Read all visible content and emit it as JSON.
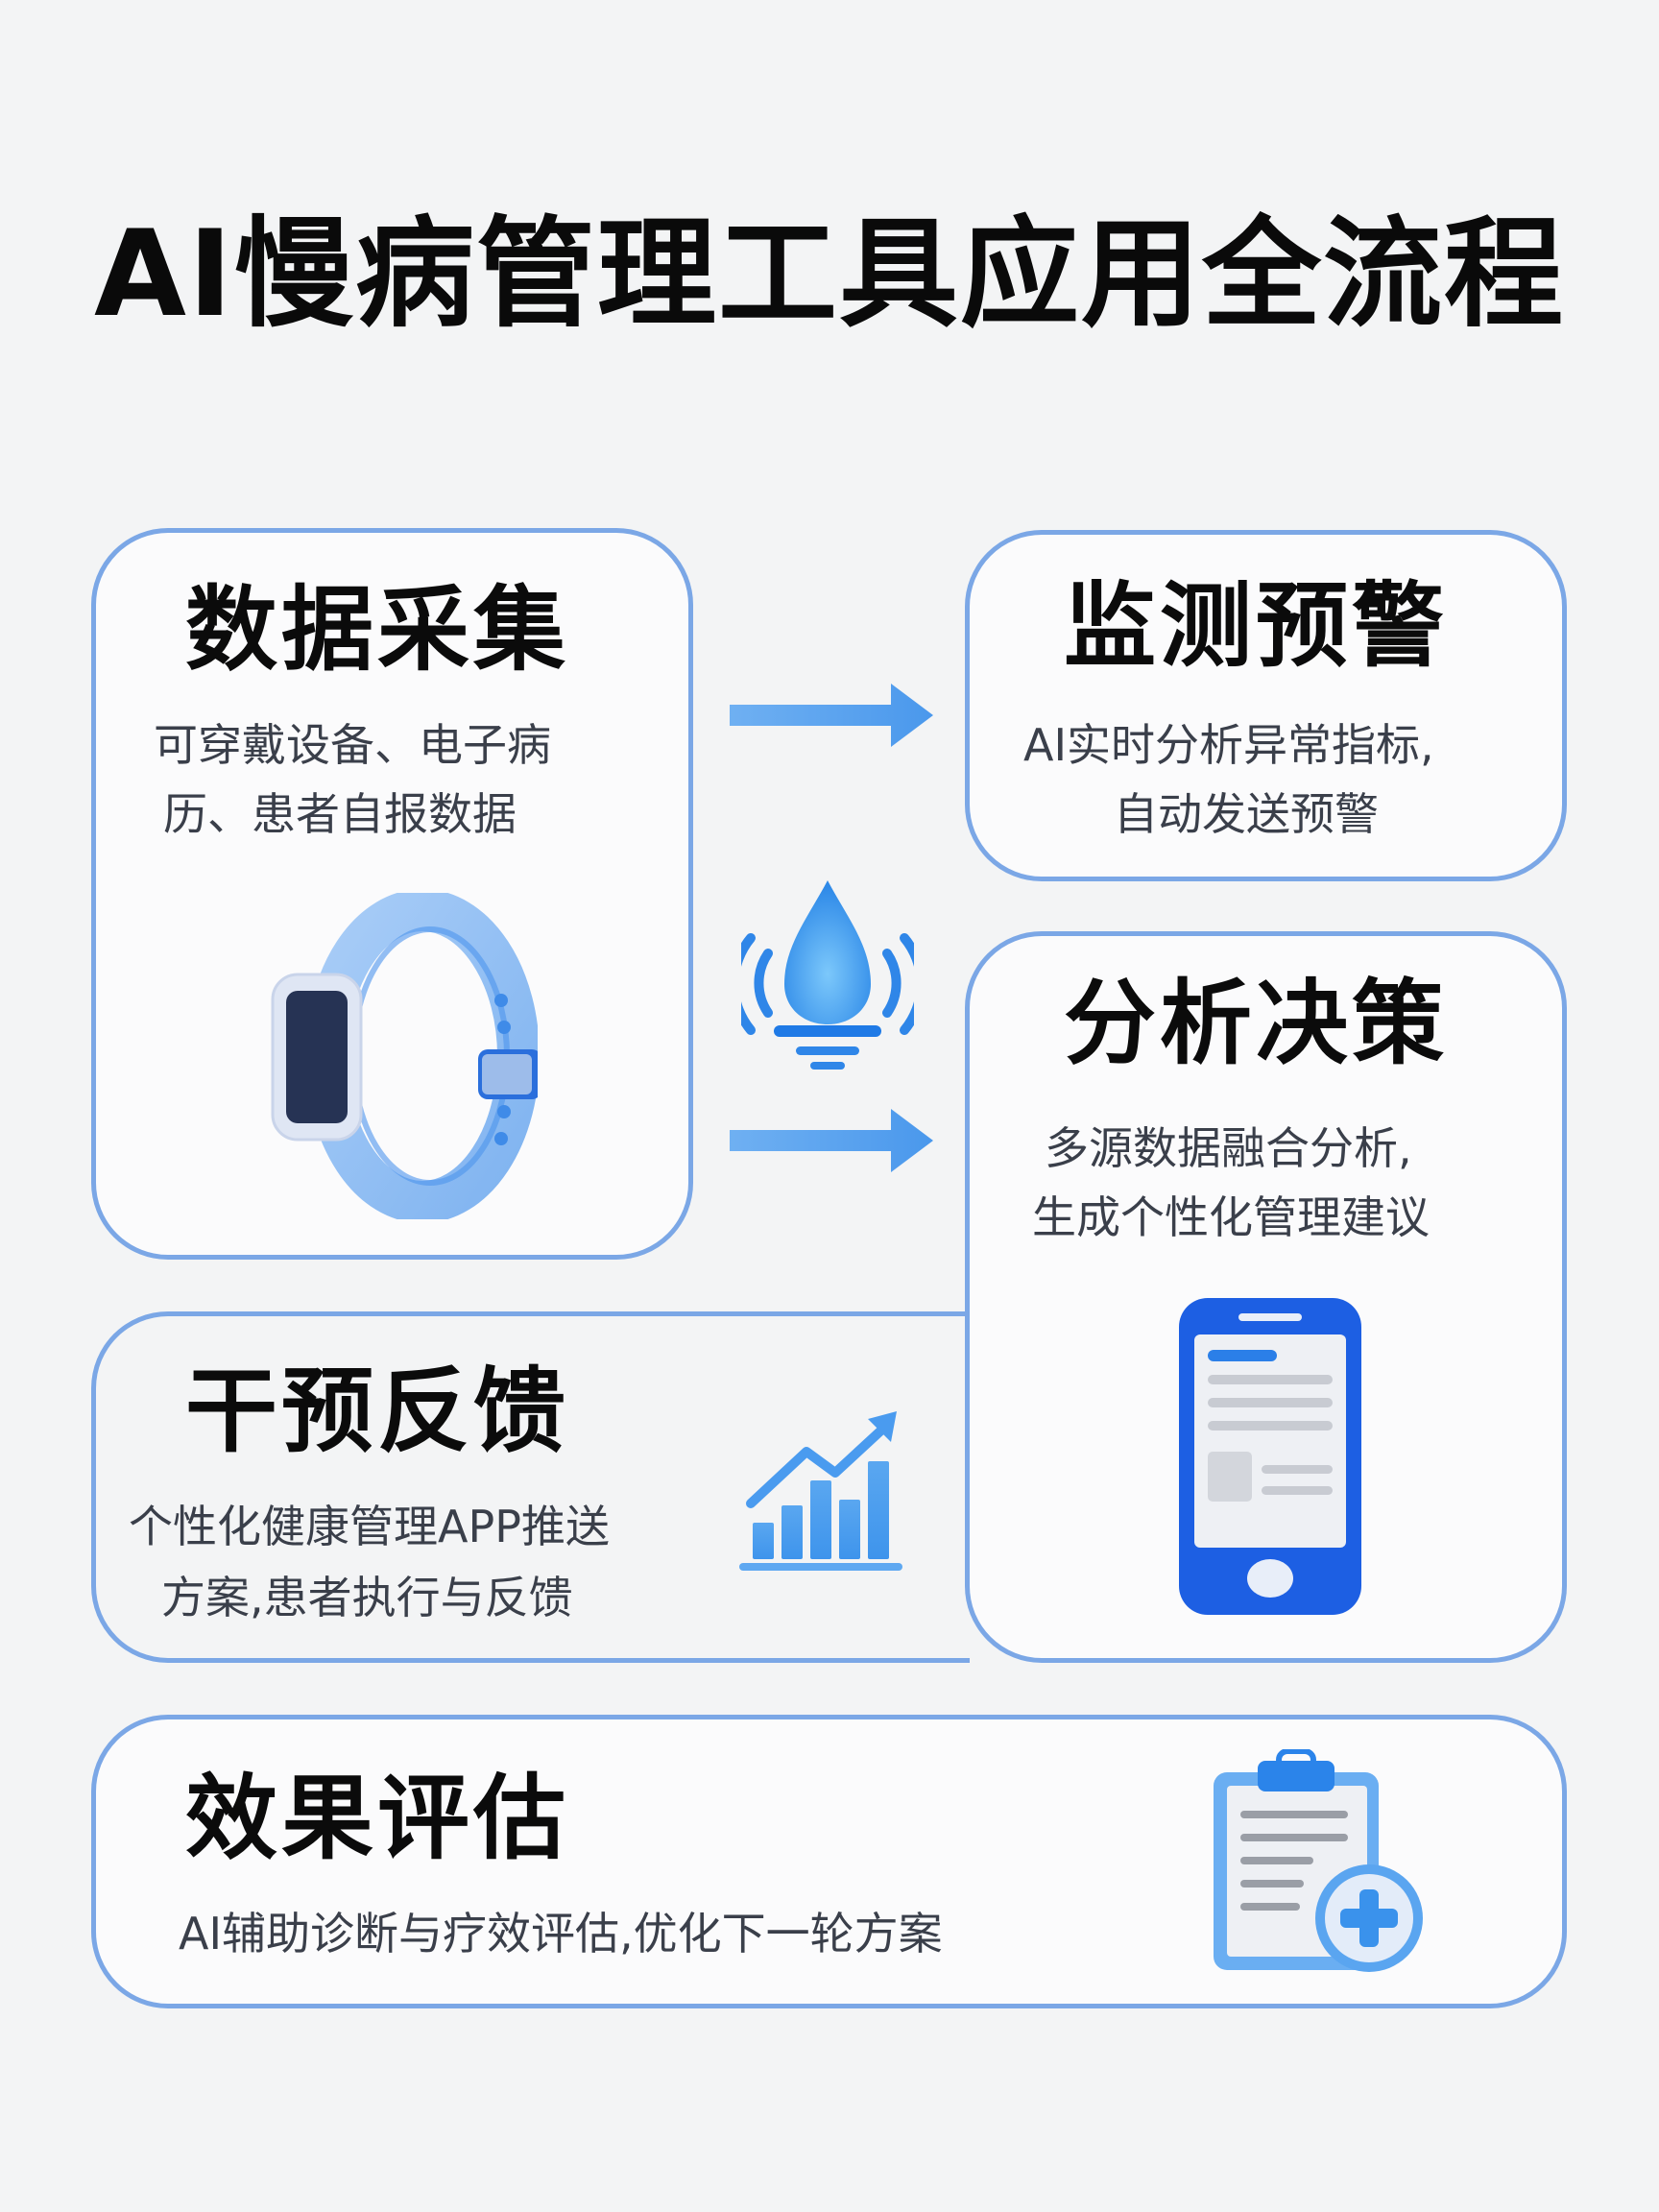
{
  "title": "AI慢病管理工具应用全流程",
  "colors": {
    "border": "#7ba7e6",
    "accent": "#2f86e8",
    "accent_dark": "#1a5fe0",
    "background": "#f3f4f5",
    "heading": "#0b0b0b",
    "body_text": "#3a3f4a"
  },
  "steps": [
    {
      "id": "data-collection",
      "heading": "数据采集",
      "desc_lines": [
        "可穿戴设备、电子病",
        "历、患者自报数据"
      ],
      "icon": "wristband-icon"
    },
    {
      "id": "monitoring-alert",
      "heading": "监测预警",
      "desc_lines": [
        "AI实时分析异常指标,",
        "自动发送预警"
      ],
      "icon": null
    },
    {
      "id": "analysis-decision",
      "heading": "分析决策",
      "desc_lines": [
        "多源数据融合分析,",
        "生成个性化管理建议"
      ],
      "icon": "smartphone-icon"
    },
    {
      "id": "intervention-feedback",
      "heading": "干预反馈",
      "desc_lines": [
        "个性化健康管理APP推送",
        "方案,患者执行与反馈"
      ],
      "icon": "bar-chart-growth-icon"
    },
    {
      "id": "effect-evaluation",
      "heading": "效果评估",
      "desc_lines": [
        "AI辅助诊断与疗效评估,优化下一轮方案"
      ],
      "icon": "medical-clipboard-icon"
    }
  ],
  "connectors": [
    {
      "from": "data-collection",
      "to": "monitoring-alert",
      "icon": "arrow-right-icon"
    },
    {
      "from": "data-collection",
      "to": "analysis-decision",
      "icon": "arrow-right-icon"
    }
  ],
  "center_icon": "alert-drop-signal-icon"
}
